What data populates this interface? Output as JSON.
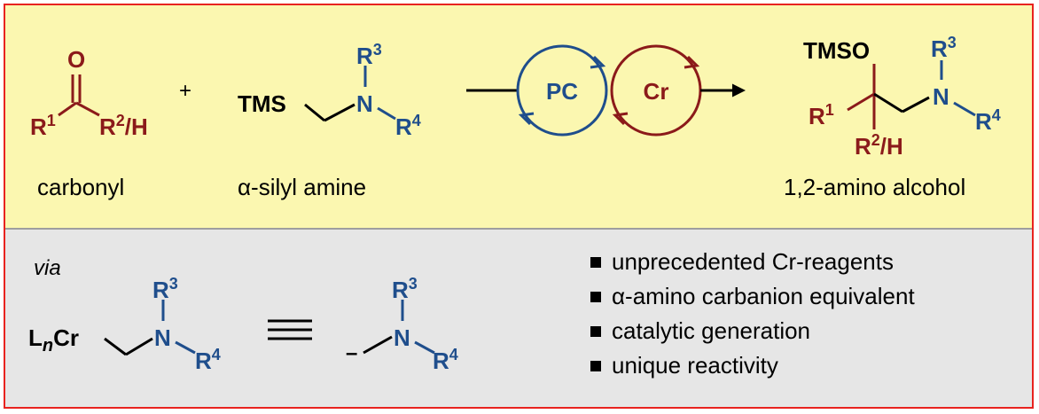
{
  "colors": {
    "carbonyl": "#8b1a1a",
    "amine": "#1f4e8c",
    "black": "#000000",
    "frame": "#e8231f",
    "top_bg": "#fbf7b0",
    "bottom_bg": "#e6e6e6"
  },
  "reaction": {
    "carbonyl": {
      "O": "O",
      "R1": "R",
      "R1_sup": "1",
      "R2H": "R",
      "R2H_sup": "2",
      "R2H_suffix": "/H",
      "caption": "carbonyl"
    },
    "plus": "+",
    "silyl_amine": {
      "TMS": "TMS",
      "N": "N",
      "R3": "R",
      "R3_sup": "3",
      "R4": "R",
      "R4_sup": "4",
      "caption": "α-silyl amine"
    },
    "catalysis": {
      "PC": "PC",
      "Cr": "Cr"
    },
    "product": {
      "TMSO": "TMSO",
      "R1": "R",
      "R1_sup": "1",
      "R2H": "R",
      "R2H_sup": "2",
      "R2H_suffix": "/H",
      "N": "N",
      "R3": "R",
      "R3_sup": "3",
      "R4": "R",
      "R4_sup": "4",
      "caption": "1,2-amino alcohol"
    }
  },
  "via": {
    "label": "via",
    "reagent": {
      "L": "L",
      "n": "n",
      "Cr": "Cr",
      "N": "N",
      "R3": "R",
      "R3_sup": "3",
      "R4": "R",
      "R4_sup": "4"
    },
    "equiv": {
      "minus": "–",
      "N": "N",
      "R3": "R",
      "R3_sup": "3",
      "R4": "R",
      "R4_sup": "4"
    }
  },
  "bullets": [
    "unprecedented Cr-reagents",
    "α-amino carbanion equivalent",
    "catalytic generation",
    "unique reactivity"
  ]
}
